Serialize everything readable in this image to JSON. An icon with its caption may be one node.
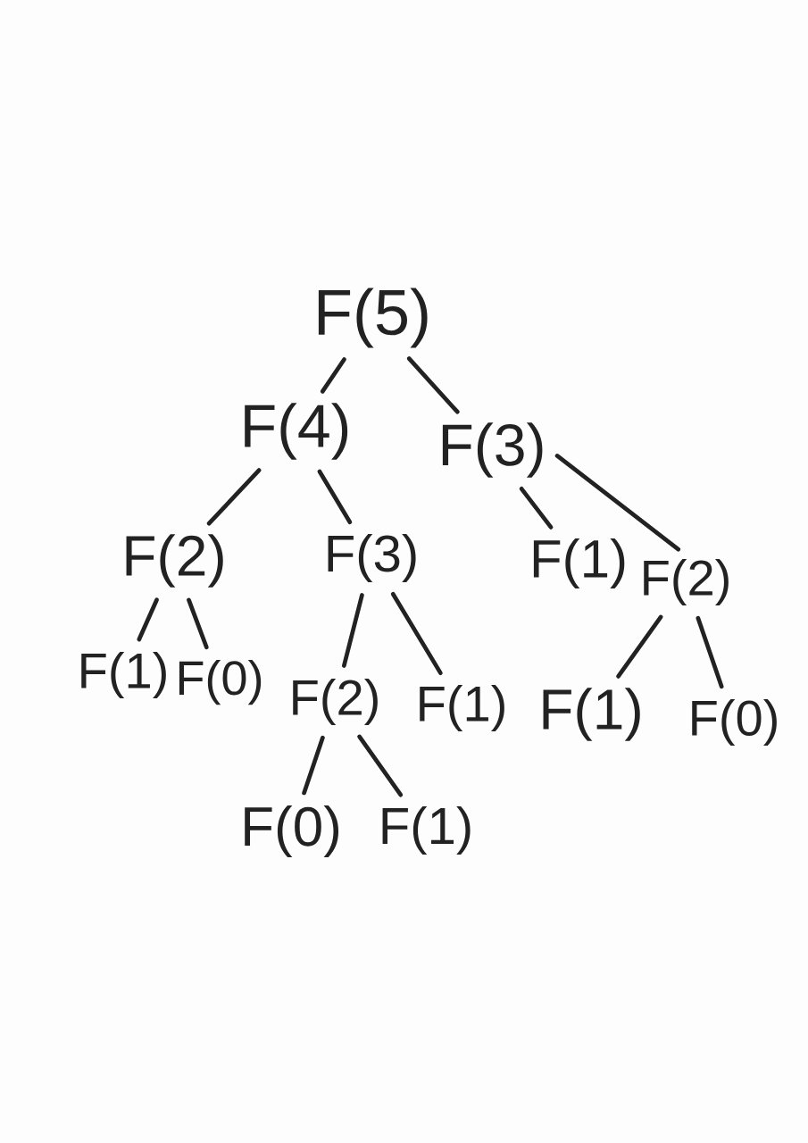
{
  "diagram": {
    "nodes": [
      {
        "text": [
          "F(5)"
        ]
      },
      {
        "text": [
          "F(4)"
        ]
      },
      {
        "text": [
          "F(3)"
        ]
      },
      {
        "text": [
          "F(2)"
        ]
      },
      {
        "text": [
          "F(3)"
        ]
      },
      {
        "text": [
          "F(1)"
        ]
      },
      {
        "text": [
          "F(2)"
        ]
      },
      {
        "text": [
          "F(1)"
        ]
      },
      {
        "text": [
          "F(0)"
        ]
      },
      {
        "text": [
          "F(2)"
        ]
      },
      {
        "text": [
          "F(1)"
        ]
      },
      {
        "text": [
          "F(1)"
        ]
      },
      {
        "text": [
          "F(0)"
        ]
      },
      {
        "text": [
          "F(0)"
        ]
      },
      {
        "text": [
          "F(1)"
        ]
      }
    ],
    "edges": [
      {
        "from": 0,
        "to": 1,
        "arrow": "none"
      },
      {
        "from": 0,
        "to": 2,
        "arrow": "none"
      },
      {
        "from": 1,
        "to": 3,
        "arrow": "none"
      },
      {
        "from": 1,
        "to": 4,
        "arrow": "none"
      },
      {
        "from": 2,
        "to": 5,
        "arrow": "none"
      },
      {
        "from": 2,
        "to": 6,
        "arrow": "none"
      },
      {
        "from": 3,
        "to": 7,
        "arrow": "none"
      },
      {
        "from": 3,
        "to": 8,
        "arrow": "none"
      },
      {
        "from": 4,
        "to": 9,
        "arrow": "none"
      },
      {
        "from": 4,
        "to": 10,
        "arrow": "none"
      },
      {
        "from": 6,
        "to": 11,
        "arrow": "none"
      },
      {
        "from": 6,
        "to": 12,
        "arrow": "none"
      },
      {
        "from": 9,
        "to": 13,
        "arrow": "none"
      },
      {
        "from": 9,
        "to": 14,
        "arrow": "none"
      }
    ]
  }
}
